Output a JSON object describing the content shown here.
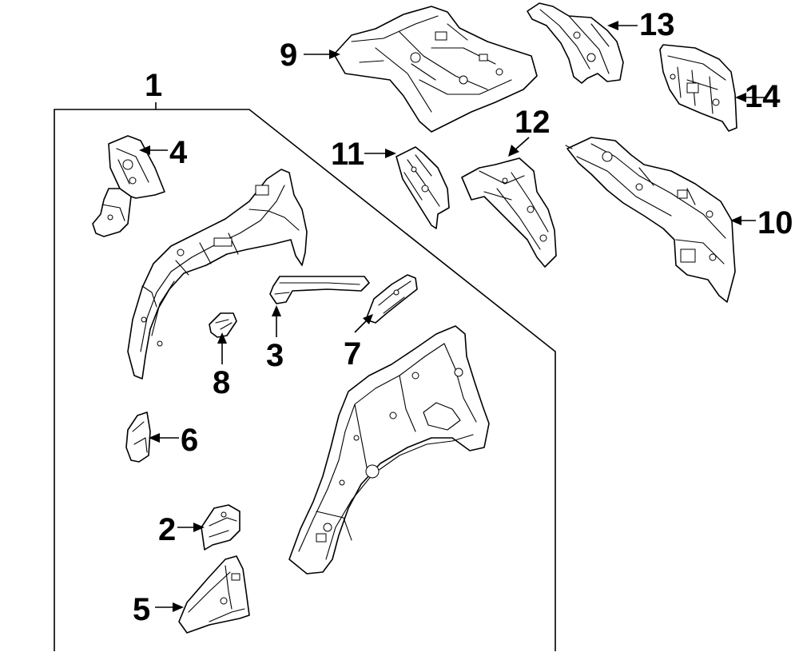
{
  "diagram": {
    "callouts": {
      "c1": "1",
      "c2": "2",
      "c3": "3",
      "c4": "4",
      "c5": "5",
      "c6": "6",
      "c7": "7",
      "c8": "8",
      "c9": "9",
      "c10": "10",
      "c11": "11",
      "c12": "12",
      "c13": "13",
      "c14": "14"
    },
    "colors": {
      "line": "#000000",
      "background": "#ffffff"
    }
  }
}
